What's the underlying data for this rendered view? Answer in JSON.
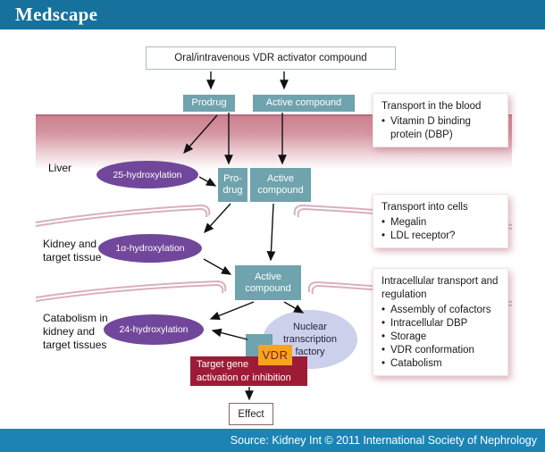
{
  "header": {
    "logo": "Medscape"
  },
  "footer": {
    "source": "Source: Kidney Int © 2011 International Society of Nephrology"
  },
  "colors": {
    "header_blue": "#16719C",
    "footer_blue": "#1C84B5",
    "box_teal": "#6FA3AD",
    "enzyme_purple": "#71479B",
    "nuclear_lavender": "#CBD0EB",
    "vdr_orange": "#F6A41F",
    "target_gene_crimson": "#9E1B36",
    "blood_pink": "#CB8190",
    "membrane_pink": "#D9AFC0"
  },
  "flow": {
    "top_box": "Oral/intravenous VDR activator compound",
    "prodrug_top": "Prodrug",
    "active_top": "Active compound",
    "liver_label": "Liver",
    "hydroxylation_25": "25-hydroxylation",
    "prodrug_liver": "Pro-\ndrug",
    "active_liver": "Active\ncompound",
    "kidney_label": "Kidney and\ntarget tissue",
    "hydroxylation_1a": "1α-hydroxylation",
    "active_mid": "Active\ncompound",
    "catabolism_label": "Catabolism in\nkidney and\ntarget tissues",
    "hydroxylation_24": "24-hydroxylation",
    "nuclear_factory": "Nuclear\ntranscription\nfactory",
    "vdr": "VDR",
    "target_gene": "Target gene\nactivation or inhibition",
    "effect": "Effect"
  },
  "info_boxes": [
    {
      "title": "Transport in the blood",
      "bullets": [
        "Vitamin D binding protein (DBP)"
      ]
    },
    {
      "title": "Transport into cells",
      "bullets": [
        "Megalin",
        "LDL receptor?"
      ]
    },
    {
      "title": "Intracellular transport and regulation",
      "bullets": [
        "Assembly of cofactors",
        "Intracellular DBP",
        "Storage",
        "VDR conformation",
        "Catabolism"
      ]
    }
  ]
}
